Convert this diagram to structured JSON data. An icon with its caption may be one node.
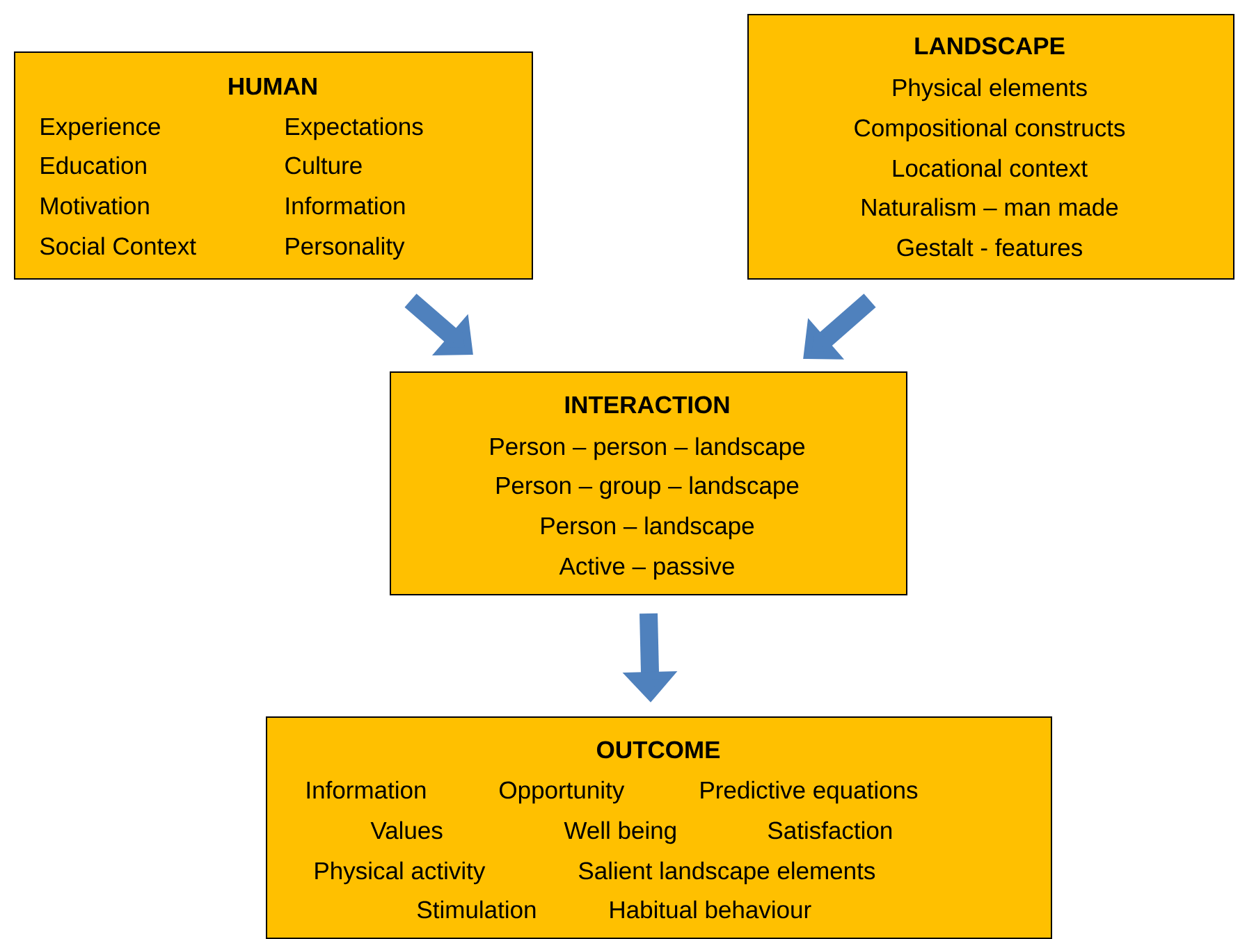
{
  "diagram": {
    "nodes": [
      {
        "text": [
          "HUMAN",
          "Experience",
          "Expectations",
          "Education",
          "Culture",
          "Motivation",
          "Information",
          "Social Context",
          "Personality"
        ]
      },
      {
        "text": [
          "LANDSCAPE",
          "Physical elements",
          "Compositional constructs",
          "Locational context",
          "Naturalism – man made",
          "Gestalt - features"
        ]
      },
      {
        "text": [
          "INTERACTION",
          "Person – person – landscape",
          "Person – group – landscape",
          "Person – landscape",
          "Active   – passive"
        ]
      },
      {
        "text": [
          "OUTCOME",
          "Information",
          "Opportunity",
          "Predictive equations",
          "Values",
          "Well being",
          "Satisfaction",
          "Physical activity",
          "Salient landscape elements",
          "Stimulation",
          "Habitual behaviour"
        ]
      }
    ],
    "edges": [
      {
        "from": 0,
        "to": 2,
        "arrow": "to"
      },
      {
        "from": 1,
        "to": 2,
        "arrow": "to"
      },
      {
        "from": 2,
        "to": 3,
        "arrow": "to"
      }
    ]
  }
}
